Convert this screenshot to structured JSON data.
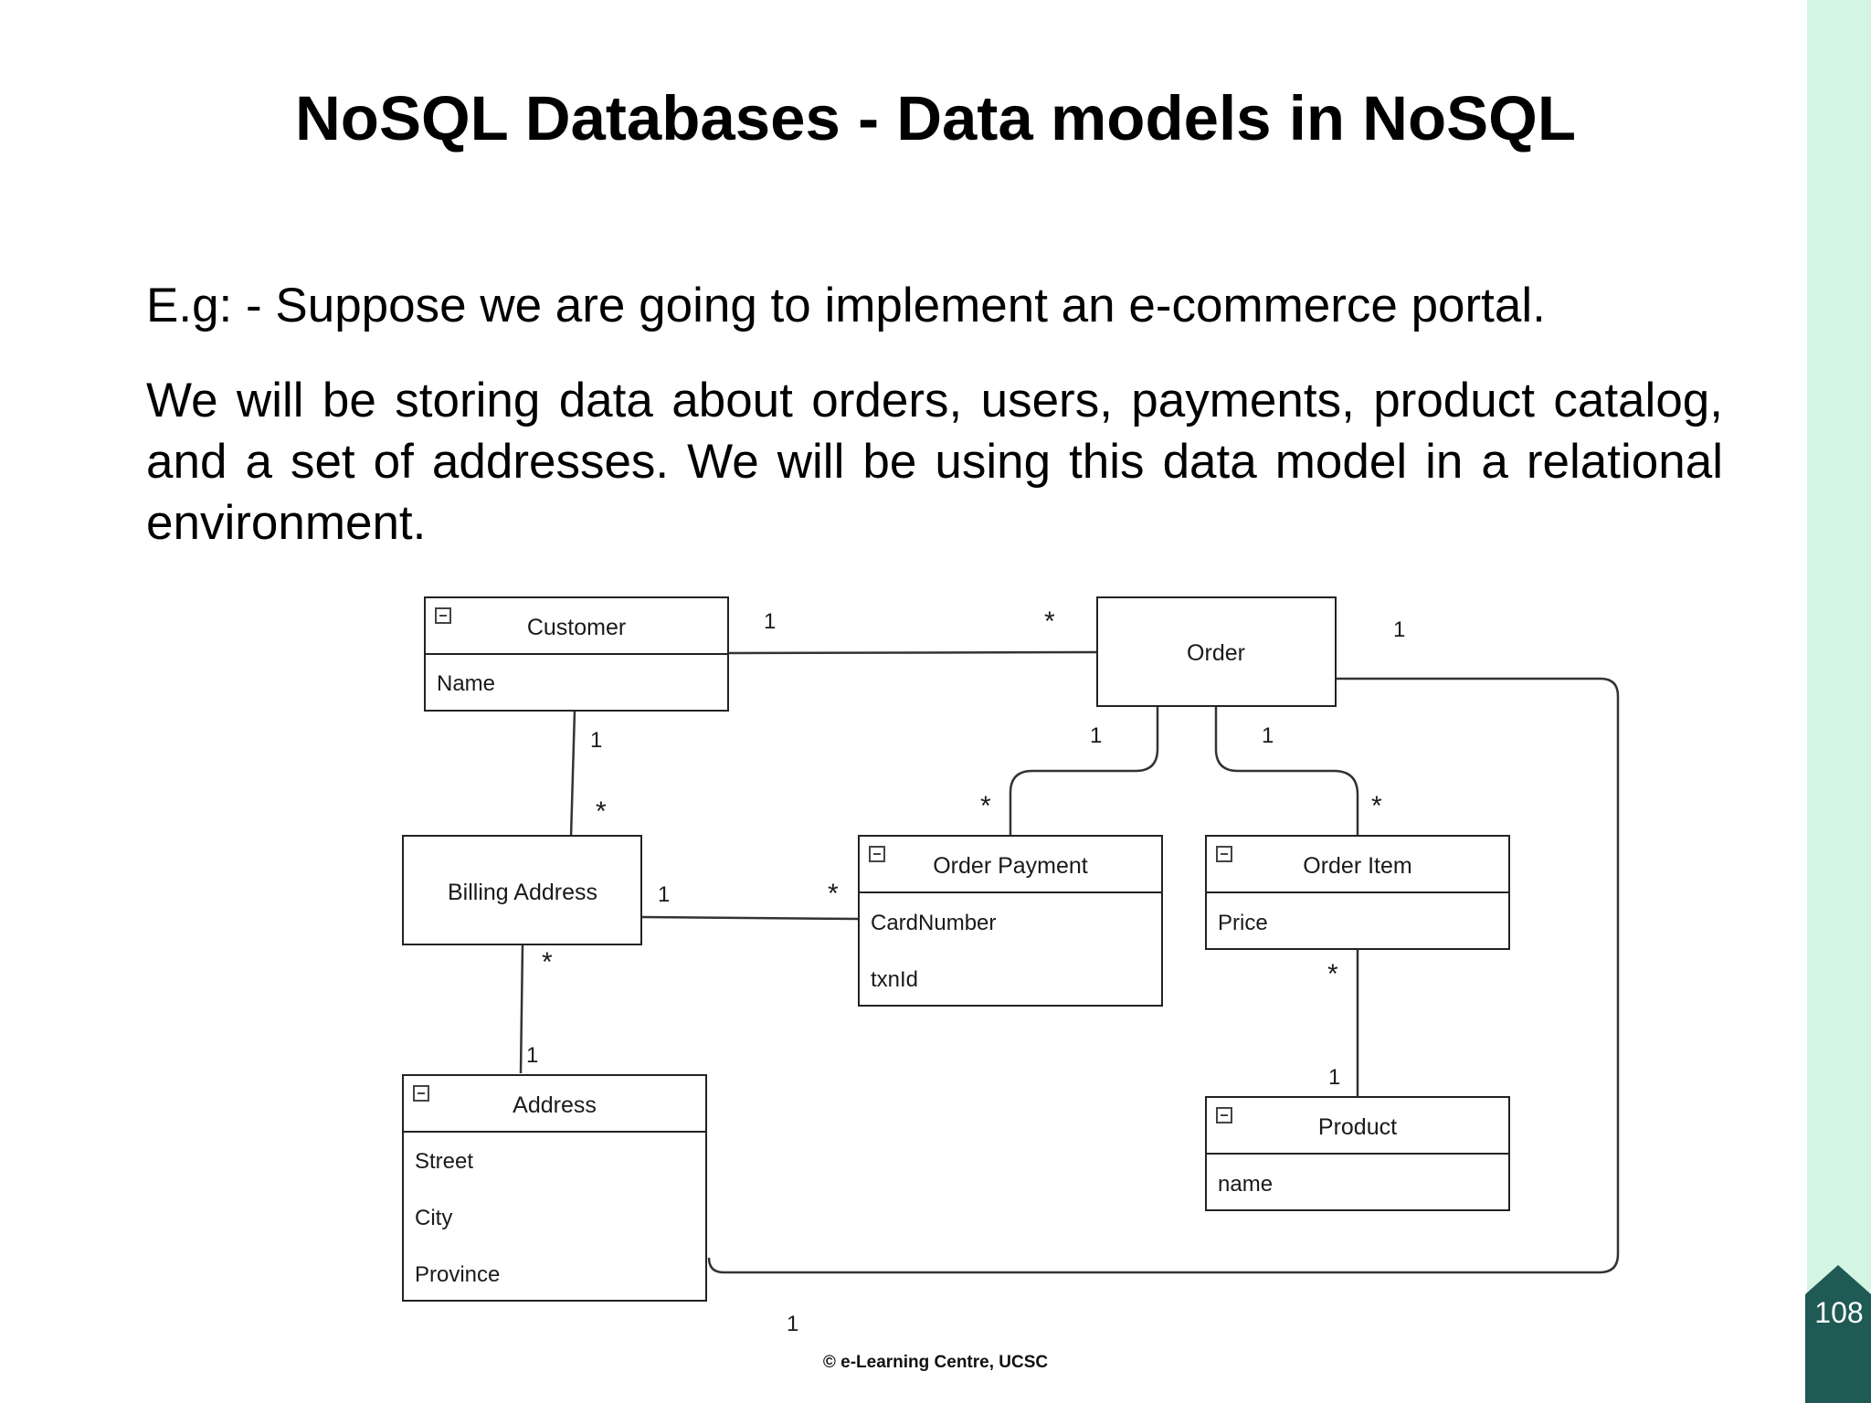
{
  "slide": {
    "title": "NoSQL Databases - Data models in NoSQL",
    "intro": "E.g: - Suppose we are going to implement an e-commerce portal.",
    "paragraph": "We will be storing data about orders, users, payments, product catalog, and a set of addresses. We will be using this data model in a relational environment.",
    "footer": "© e-Learning Centre, UCSC",
    "page_number": "108"
  },
  "diagram": {
    "entities": {
      "customer": {
        "name": "Customer",
        "attributes": [
          "Name"
        ]
      },
      "order": {
        "name": "Order",
        "attributes": []
      },
      "billing_address": {
        "name": "Billing Address",
        "attributes": []
      },
      "order_payment": {
        "name": "Order Payment",
        "attributes": [
          "CardNumber",
          "txnId"
        ]
      },
      "order_item": {
        "name": "Order Item",
        "attributes": [
          "Price"
        ]
      },
      "address": {
        "name": "Address",
        "attributes": [
          "Street",
          "City",
          "Province"
        ]
      },
      "product": {
        "name": "Product",
        "attributes": [
          "name"
        ]
      }
    },
    "relationships": [
      {
        "from": "Customer",
        "to": "Order",
        "from_mult": "1",
        "to_mult": "*"
      },
      {
        "from": "Customer",
        "to": "Billing Address",
        "from_mult": "1",
        "to_mult": "*"
      },
      {
        "from": "Order",
        "to": "Order Payment",
        "from_mult": "1",
        "to_mult": "*"
      },
      {
        "from": "Order",
        "to": "Order Item",
        "from_mult": "1",
        "to_mult": "*"
      },
      {
        "from": "Order",
        "to": "Address",
        "from_mult": "1",
        "to_mult": "1"
      },
      {
        "from": "Billing Address",
        "to": "Order Payment",
        "from_mult": "1",
        "to_mult": "*"
      },
      {
        "from": "Billing Address",
        "to": "Address",
        "from_mult": "*",
        "to_mult": "1"
      },
      {
        "from": "Order Item",
        "to": "Product",
        "from_mult": "*",
        "to_mult": "1"
      }
    ]
  },
  "colors": {
    "sidebar": "#d5f5e3",
    "badge": "#1f5a55",
    "line": "#333333"
  }
}
